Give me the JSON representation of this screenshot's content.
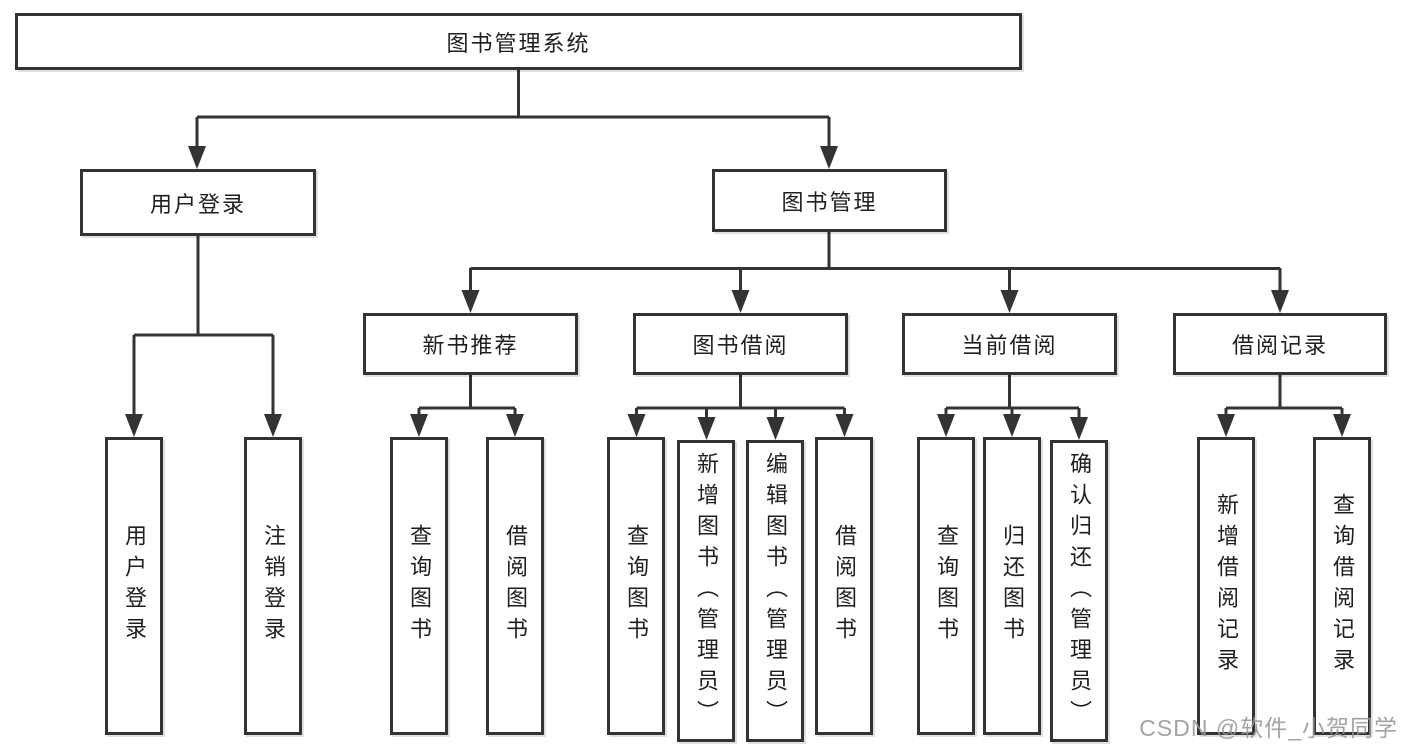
{
  "tree": {
    "root": {
      "label": "图书管理系统"
    },
    "branches": [
      {
        "label": "用户登录",
        "children": [
          {
            "label": "用户登录"
          },
          {
            "label": "注销登录"
          }
        ]
      },
      {
        "label": "图书管理",
        "children": [
          {
            "label": "新书推荐",
            "children": [
              {
                "label": "查询图书"
              },
              {
                "label": "借阅图书"
              }
            ]
          },
          {
            "label": "图书借阅",
            "children": [
              {
                "label": "查询图书"
              },
              {
                "label": "新增图书（管理员）"
              },
              {
                "label": "编辑图书（管理员）"
              },
              {
                "label": "借阅图书"
              }
            ]
          },
          {
            "label": "当前借阅",
            "children": [
              {
                "label": "查询图书"
              },
              {
                "label": "归还图书"
              },
              {
                "label": "确认归还（管理员）"
              }
            ]
          },
          {
            "label": "借阅记录",
            "children": [
              {
                "label": "新增借阅记录"
              },
              {
                "label": "查询借阅记录"
              }
            ]
          }
        ]
      }
    ]
  },
  "watermark": {
    "text": "CSDN @软件_小贺同学"
  },
  "colors": {
    "line": "#333333",
    "text": "#1f1f1f",
    "background": "#ffffff",
    "watermark": "#969696"
  }
}
